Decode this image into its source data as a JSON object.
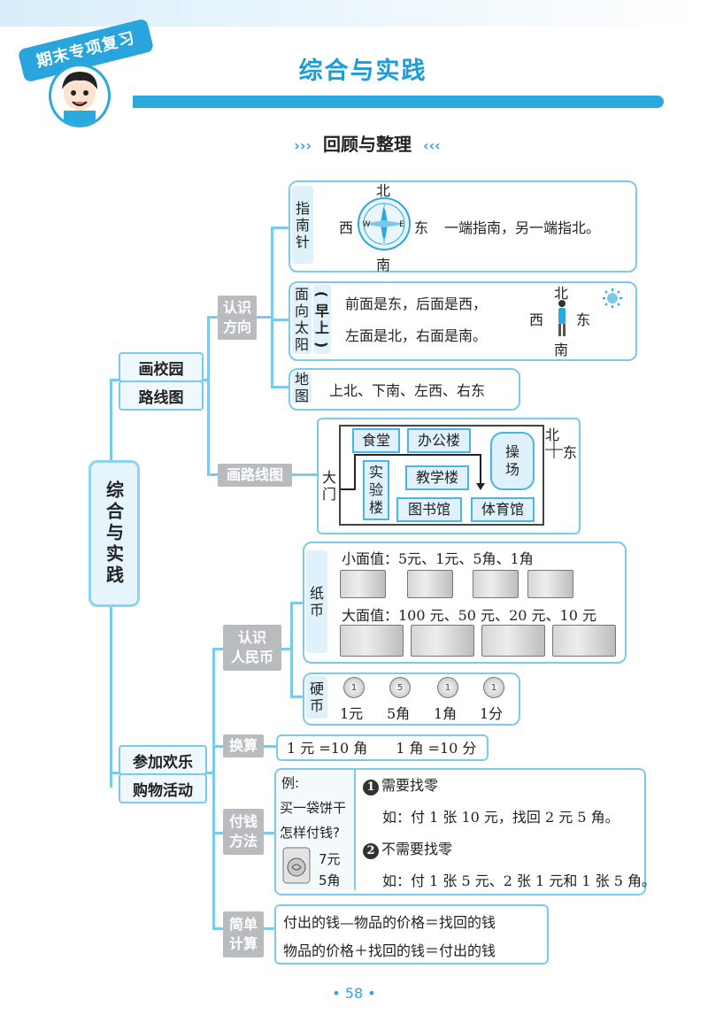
{
  "header": {
    "ribbon": "期末专项复习",
    "title": "综合与实践"
  },
  "section": {
    "title": "回顾与整理",
    "left_deco": "›››",
    "right_deco": "‹‹‹"
  },
  "root": "综合与实践",
  "topics": {
    "route": [
      "画校园",
      "路线图"
    ],
    "shopping": [
      "参加欢乐",
      "购物活动"
    ]
  },
  "tags": {
    "know_dir": [
      "认识",
      "方向"
    ],
    "draw_route": "画路线图",
    "know_rmb": [
      "认识",
      "人民币"
    ],
    "exchange": "换算",
    "pay": [
      "付钱",
      "方法"
    ],
    "calc": [
      "简单",
      "计算"
    ]
  },
  "compass": {
    "label": [
      "指",
      "南",
      "针"
    ],
    "north": "北",
    "south": "南",
    "west": "西",
    "east": "东",
    "text": "一端指南，另一端指北。"
  },
  "sun": {
    "label": [
      "面",
      "向",
      "太",
      "阳"
    ],
    "paren": [
      "(",
      "早",
      "上",
      ")"
    ],
    "line1": "前面是东，后面是西，",
    "line2": "左面是北，右面是南。",
    "north": "北",
    "south": "南",
    "west": "西",
    "east": "东"
  },
  "map": {
    "label": [
      "地",
      "图"
    ],
    "text": "上北、下南、左西、右东"
  },
  "route_map": {
    "places": {
      "canteen": "食堂",
      "office": "办公楼",
      "playground": "操\n场",
      "lab": "实\n验\n楼",
      "teaching": "教学楼",
      "library": "图书馆",
      "gym": "体育馆"
    },
    "gate": "大\n门",
    "north": "北",
    "east": "东"
  },
  "paper": {
    "label": [
      "纸",
      "币"
    ],
    "small_title": "小面值：5元、1元、5角、1角",
    "large_title": "大面值：100 元、50 元、20 元、10 元"
  },
  "coins": {
    "label": [
      "硬",
      "币"
    ],
    "items": [
      "1元",
      "5角",
      "1角",
      "1分"
    ]
  },
  "exchange": {
    "text": "1 元 =10 角　　1 角 =10 分"
  },
  "payment": {
    "example_title": "例:",
    "example_q1": "买一袋饼干",
    "example_q2": "怎样付钱?",
    "price_yuan": "7元",
    "price_jiao": "5角",
    "m1_num": "1",
    "m1_title": "需要找零",
    "m1_eg": "如：付 1 张 10 元，找回 2 元 5 角。",
    "m2_num": "2",
    "m2_title": "不需要找零",
    "m2_eg": "如：付 1 张 5 元、2 张 1 元和 1 张 5 角。"
  },
  "calc": {
    "line1": "付出的钱—物品的价格＝找回的钱",
    "line2": "物品的价格＋找回的钱＝付出的钱"
  },
  "page": "• 58 •"
}
